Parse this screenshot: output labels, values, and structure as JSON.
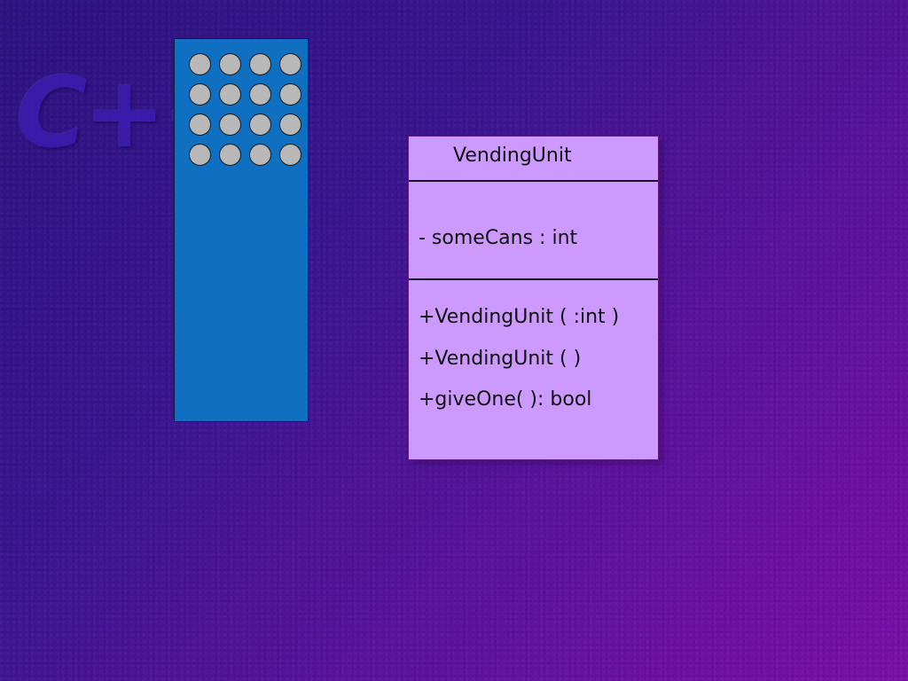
{
  "logo": {
    "text": "C++"
  },
  "vending_machine": {
    "can_count": 16,
    "can_icon": "circle"
  },
  "uml_class": {
    "name": "VendingUnit",
    "attributes": [
      "- someCans : int"
    ],
    "operations": [
      "+VendingUnit ( :int )",
      "+VendingUnit ( )",
      "+giveOne( ): bool"
    ]
  },
  "colors": {
    "background_start": "#2b1380",
    "background_end": "#7a0fa8",
    "machine_body": "#0f6fc0",
    "can_fill": "#b8b8b8",
    "uml_fill": "#cc99ff"
  }
}
